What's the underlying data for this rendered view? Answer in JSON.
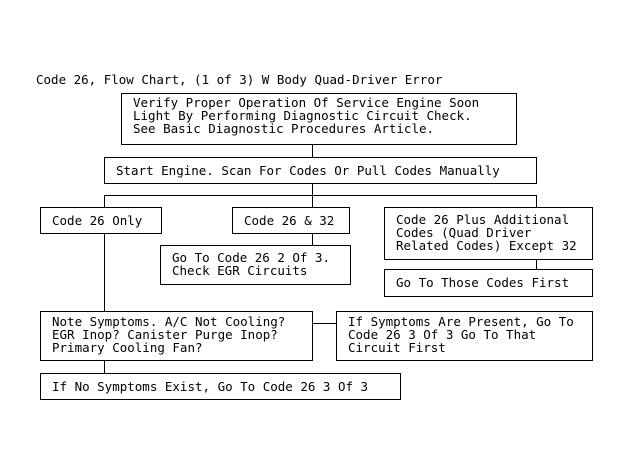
{
  "diagram": {
    "title": "Code 26, Flow Chart, (1 of 3) W Body Quad-Driver Error",
    "nodes": {
      "verify": "Verify Proper Operation Of Service Engine Soon\nLight By Performing Diagnostic Circuit Check.\nSee Basic Diagnostic Procedures Article.",
      "start_engine": "Start Engine. Scan For Codes Or Pull Codes Manually",
      "code26_only": "Code 26 Only",
      "code26_32": "Code 26 & 32",
      "code26_plus": "Code 26 Plus Additional\nCodes (Quad Driver\nRelated Codes) Except 32",
      "goto_2of3": "Go To Code 26 2 Of 3.\nCheck EGR Circuits",
      "goto_those": "Go To Those Codes First",
      "note_symptoms": "Note Symptoms. A/C Not Cooling?\nEGR Inop? Canister Purge Inop?\nPrimary Cooling Fan?",
      "if_present": "If Symptoms Are Present, Go To\nCode 26 3 Of 3 Go To That\nCircuit First",
      "if_none": "If No Symptoms Exist, Go To Code 26 3 Of 3"
    }
  }
}
